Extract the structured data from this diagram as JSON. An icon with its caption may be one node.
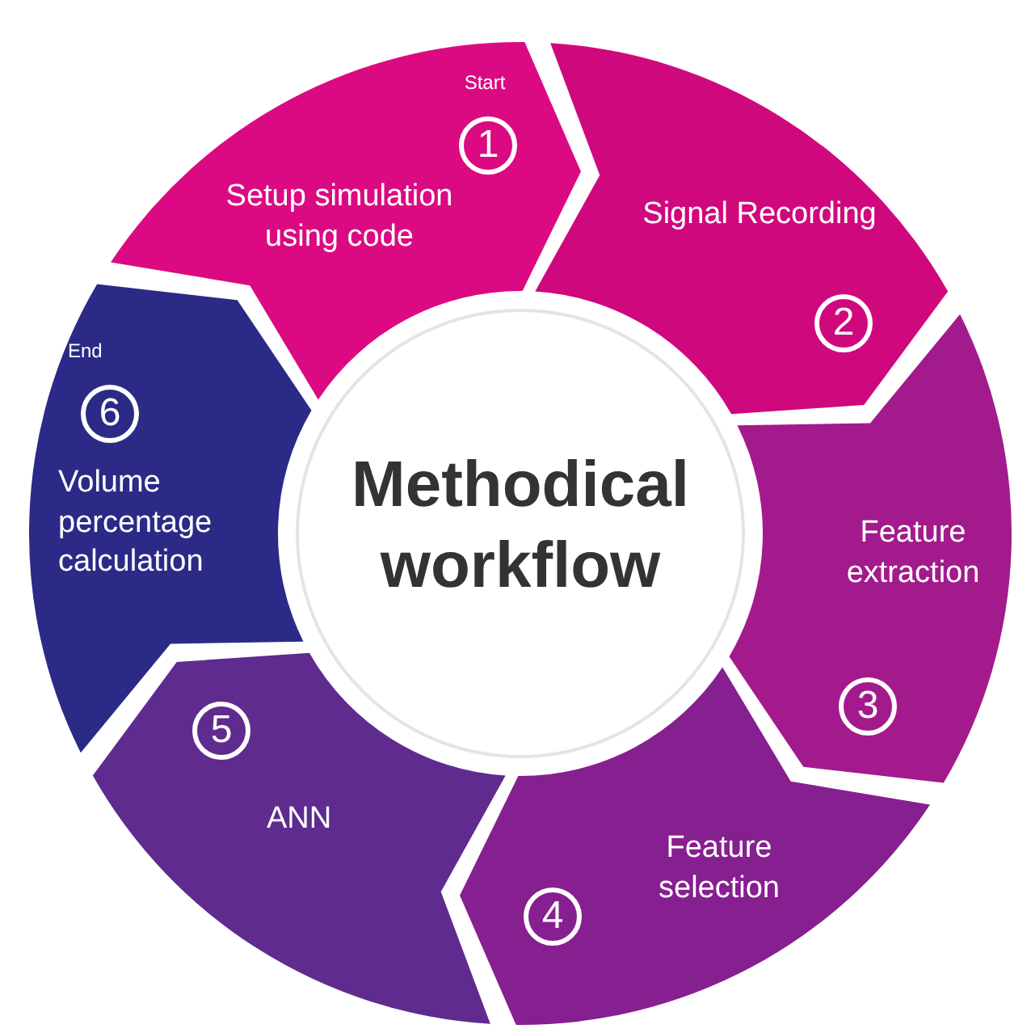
{
  "diagram": {
    "nodes": [
      {
        "text": [
          "Start",
          "1",
          "Setup simulation using code"
        ]
      },
      {
        "text": [
          "Signal Recording",
          "2"
        ]
      },
      {
        "text": [
          "Feature extraction",
          "3"
        ]
      },
      {
        "text": [
          "Feature selection",
          "4"
        ]
      },
      {
        "text": [
          "5",
          "ANN"
        ]
      },
      {
        "text": [
          "End",
          "6",
          "Volume percentage calculation"
        ]
      },
      {
        "text": [
          "Methodical workflow"
        ]
      }
    ]
  }
}
